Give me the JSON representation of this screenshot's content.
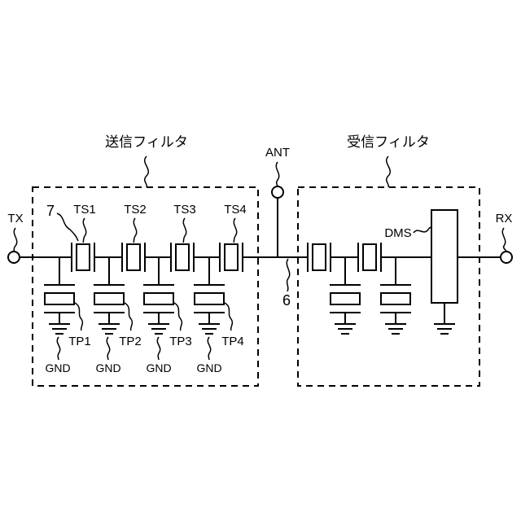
{
  "labels": {
    "tx_title": "送信フィルタ",
    "rx_title": "受信フィルタ",
    "antenna": "ANT",
    "tx_port": "TX",
    "rx_port": "RX",
    "ref_7": "7",
    "ref_6": "6",
    "dms": "DMS"
  },
  "series_resonators": [
    {
      "label": "TS1"
    },
    {
      "label": "TS2"
    },
    {
      "label": "TS3"
    },
    {
      "label": "TS4"
    }
  ],
  "parallel_resonators": [
    {
      "label": "TP1",
      "ground": "GND"
    },
    {
      "label": "TP2",
      "ground": "GND"
    },
    {
      "label": "TP3",
      "ground": "GND"
    },
    {
      "label": "TP4",
      "ground": "GND"
    }
  ],
  "colors": {
    "line": "#000000",
    "background": "#ffffff"
  }
}
